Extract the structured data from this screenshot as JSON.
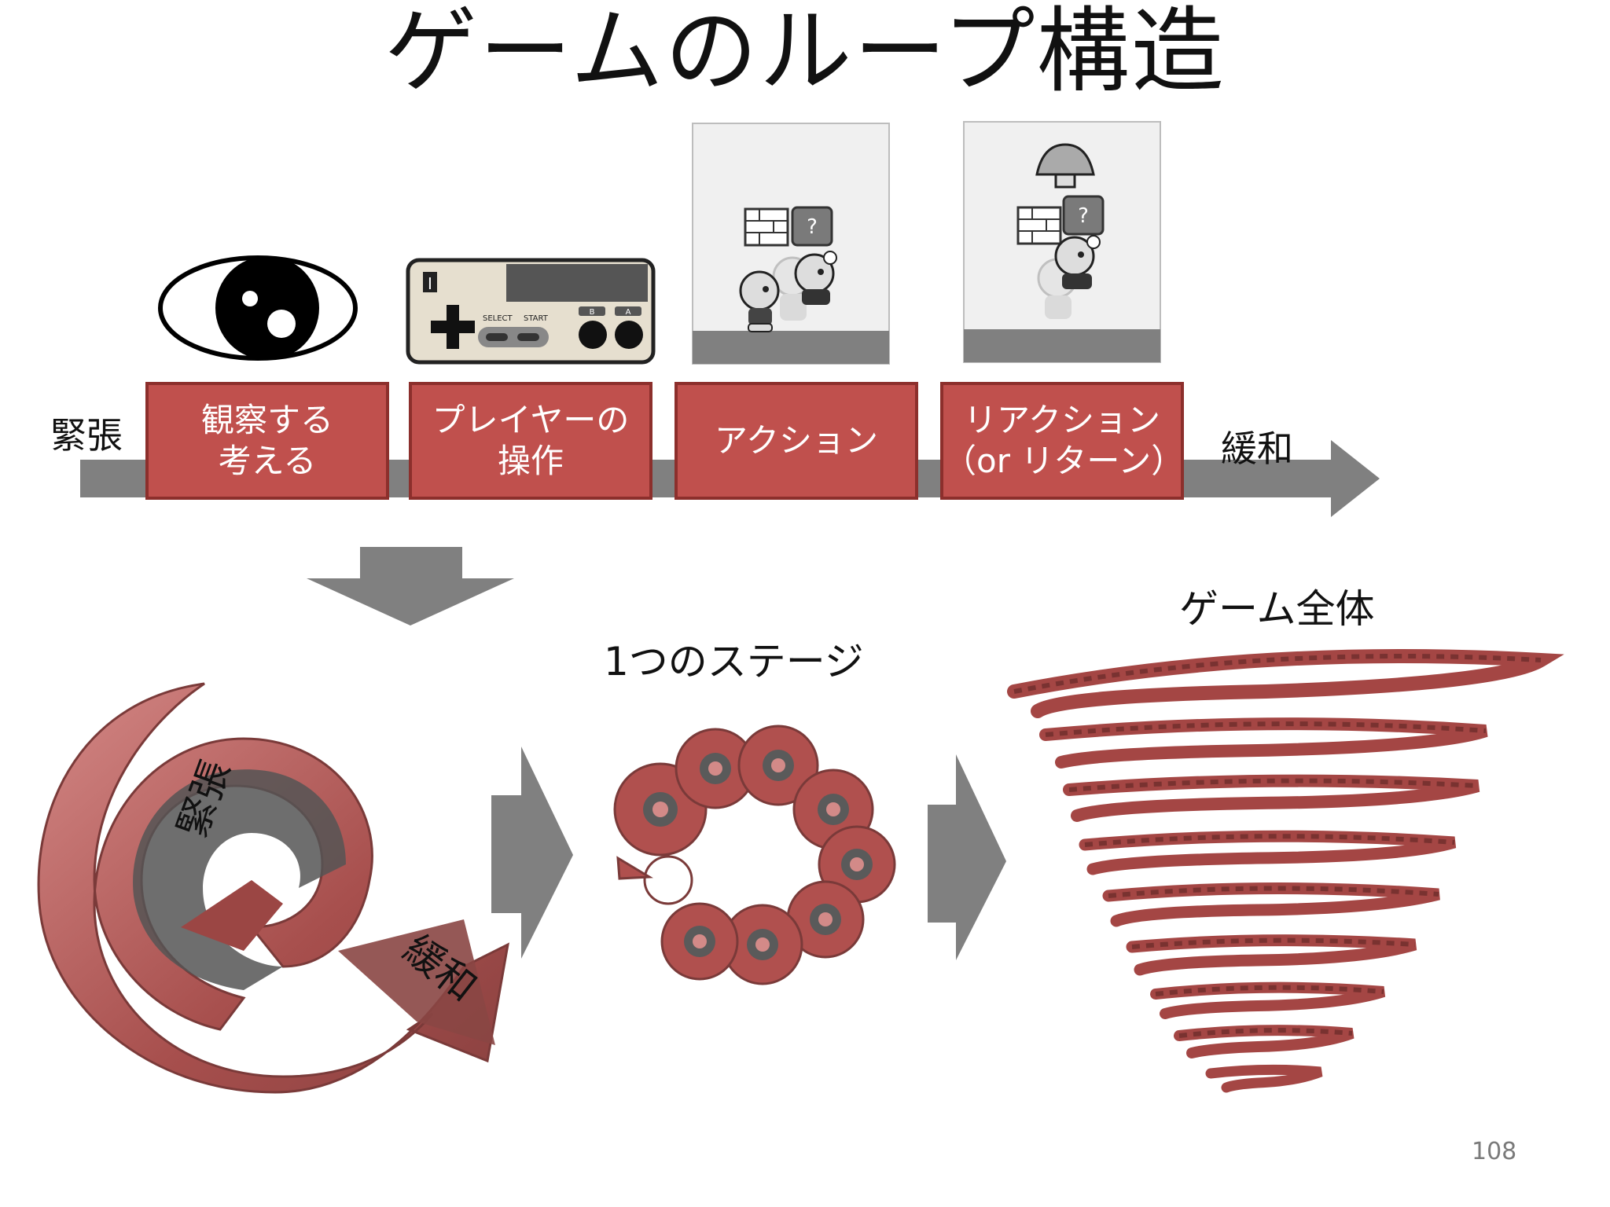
{
  "title": "ゲームのループ構造",
  "timeline": {
    "start_label": "緊張",
    "end_label": "緩和",
    "steps": [
      {
        "line1": "観察する",
        "line2": "考える"
      },
      {
        "line1": "プレイヤーの",
        "line2": "操作"
      },
      {
        "line1": "アクション",
        "line2": ""
      },
      {
        "line1": "リアクション",
        "line2": "（or リターン）"
      }
    ]
  },
  "icons": {
    "eye": "eye-icon",
    "controller": "controller-icon",
    "action": "action-scene-icon",
    "reaction": "reaction-scene-icon"
  },
  "controller": {
    "player": "I",
    "select": "SELECT",
    "start": "START",
    "b": "B",
    "a": "A"
  },
  "block_mark": "?",
  "spiral": {
    "tension": "緊張",
    "relief": "緩和"
  },
  "stage_label": "1つのステージ",
  "whole_label": "ゲーム全体",
  "page_number": "108",
  "colors": {
    "accent": "#c0504d",
    "arrow": "#808080",
    "spiral": "#b0504e"
  }
}
